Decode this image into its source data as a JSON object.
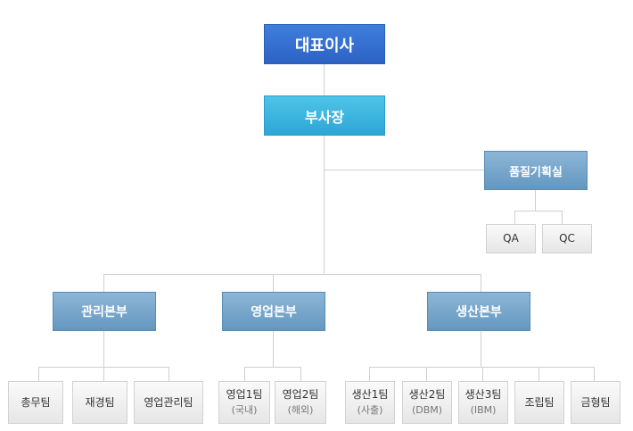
{
  "org": {
    "ceo": "대표이사",
    "vice_president": "부사장",
    "quality_office": {
      "label": "품질기획실",
      "teams": [
        "QA",
        "QC"
      ]
    },
    "divisions": [
      {
        "label": "관리본부",
        "teams": [
          {
            "name": "총무팀",
            "sub": ""
          },
          {
            "name": "재경팀",
            "sub": ""
          },
          {
            "name": "영업관리팀",
            "sub": ""
          }
        ]
      },
      {
        "label": "영업본부",
        "teams": [
          {
            "name": "영업1팀",
            "sub": "(국내)"
          },
          {
            "name": "영업2팀",
            "sub": "(해외)"
          }
        ]
      },
      {
        "label": "생산본부",
        "teams": [
          {
            "name": "생산1팀",
            "sub": "(사출)"
          },
          {
            "name": "생산2팀",
            "sub": "(DBM)"
          },
          {
            "name": "생산3팀",
            "sub": "(IBM)"
          },
          {
            "name": "조립팀",
            "sub": ""
          },
          {
            "name": "금형팀",
            "sub": ""
          }
        ]
      }
    ]
  },
  "colors": {
    "ceo": "#2d62c4",
    "vice_president": "#2da6d6",
    "division": "#6497c0",
    "team": "#e6e6e6",
    "connector": "#cfcfcf"
  }
}
